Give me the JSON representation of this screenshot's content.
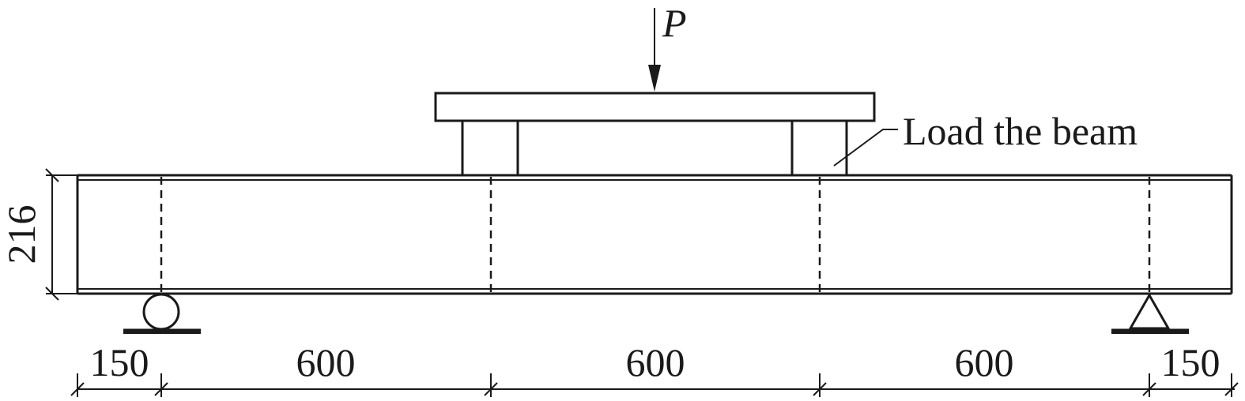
{
  "load": {
    "symbol": "P"
  },
  "annotation": {
    "text": "Load the beam"
  },
  "beam": {
    "height": "216"
  },
  "spans": [
    "150",
    "600",
    "600",
    "600",
    "150"
  ]
}
